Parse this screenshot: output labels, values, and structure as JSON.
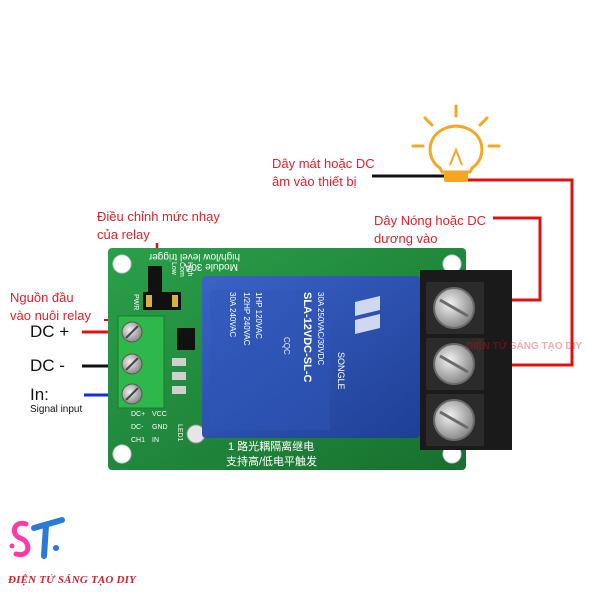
{
  "labels": {
    "ground_wire": [
      "Dây mát hoặc DC",
      "âm vào thiết bị"
    ],
    "sensitivity": [
      "Điều chỉnh mức nhạy",
      "của relay"
    ],
    "hot_wire": [
      "Dây Nóng hoặc DC",
      "dương vào"
    ],
    "power_input": [
      "Nguồn đầu",
      "vào nuôi relay"
    ],
    "dc_plus": "DC +",
    "dc_minus": "DC -",
    "in": "In:",
    "signal_input": "Signal input"
  },
  "board": {
    "trigger_text": "high/low level trigger",
    "module_text": "Module 30A",
    "jumper_labels": [
      "Low",
      "Com",
      "High"
    ],
    "pwr_label": "PWR",
    "pin_labels": [
      "DC+",
      "VCC",
      "DC-",
      "GND",
      "CH1",
      "IN"
    ],
    "led_label": "LED1",
    "cn_line1": "1 路光耦隔离继电",
    "cn_line2": "支持高/低电平触发"
  },
  "relay": {
    "brand": "SONGLE",
    "model": "SLA-12VDC-SL-C",
    "rating1": "30A 250VAC/30VDC",
    "rating2": "1HP 120VAC",
    "rating3": "1/2HP 240VAC",
    "rating4": "30A 240VAC",
    "cqc": "CQC"
  },
  "watermark": "ĐIỆN TỬ SÁNG TẠO DIY",
  "logo_text": "ST",
  "brand_name": "ĐIỆN TỬ SÁNG TẠO DIY",
  "colors": {
    "board_green": "#1f8a3a",
    "relay_blue": "#2a4fb0",
    "label_red": "#e0202a",
    "wire_red": "#e01010",
    "wire_black": "#111111",
    "wire_blue": "#1030d0",
    "bulb_orange": "#f5a623"
  }
}
